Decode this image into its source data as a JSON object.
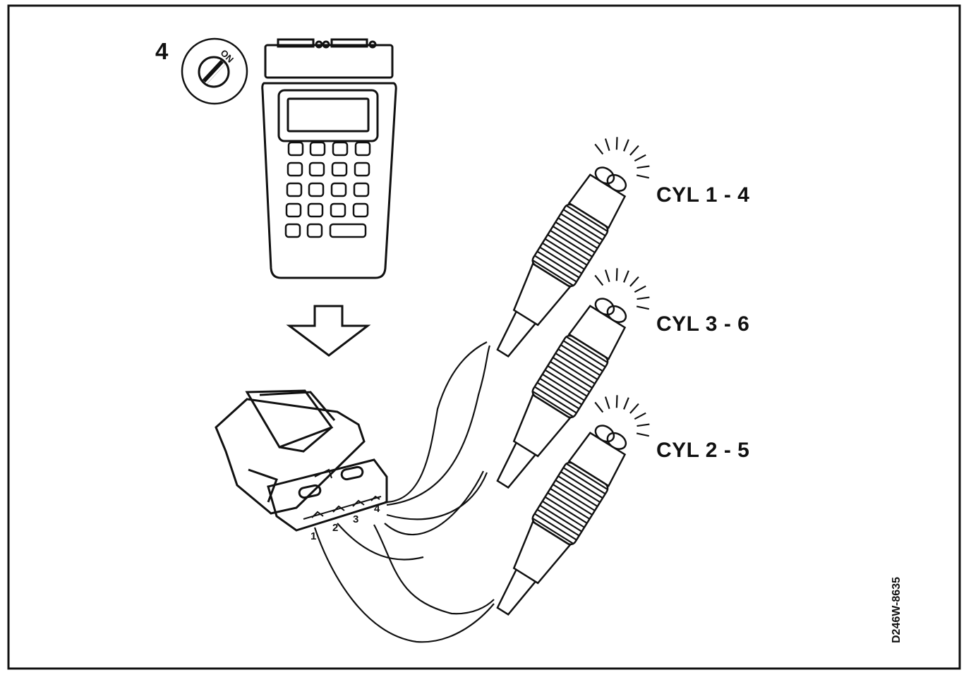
{
  "step_number": "4",
  "ignition": {
    "label": "ON",
    "icon": "ignition-key-icon"
  },
  "scan_tool": {
    "icon": "scan-tool-icon",
    "keypad_rows": 5
  },
  "arrow_icon": "down-arrow-icon",
  "connector": {
    "icon": "four-pin-connector-icon",
    "pins": [
      "1",
      "2",
      "3",
      "4"
    ]
  },
  "test_lamps": [
    {
      "label": "CYL 1 - 4",
      "icon": "test-lamp-icon"
    },
    {
      "label": "CYL 3 - 6",
      "icon": "test-lamp-icon"
    },
    {
      "label": "CYL 2 - 5",
      "icon": "test-lamp-icon"
    }
  ],
  "figure_code": "D246W-8635",
  "colors": {
    "ink": "#111111",
    "paper": "#ffffff"
  }
}
